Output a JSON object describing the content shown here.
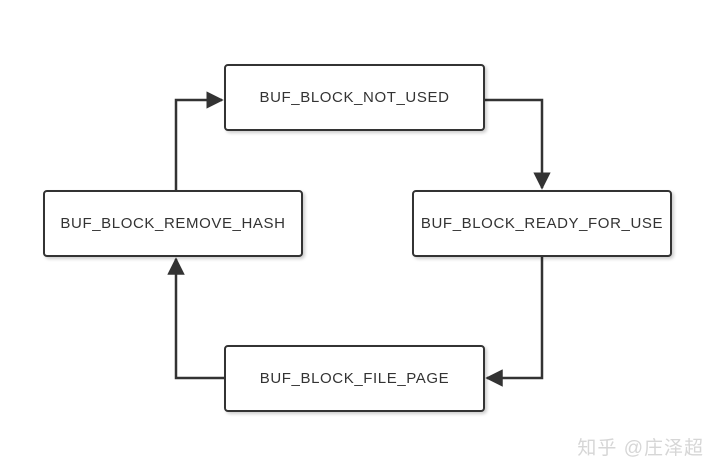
{
  "diagram": {
    "type": "state-diagram",
    "background_color": "#ffffff",
    "node_border_color": "#333333",
    "node_fill_color": "#ffffff",
    "edge_color": "#333333",
    "label_color": "#333333",
    "nodes": [
      {
        "id": "not-used",
        "label": "BUF_BLOCK_NOT_USED"
      },
      {
        "id": "ready-for-use",
        "label": "BUF_BLOCK_READY_FOR_USE"
      },
      {
        "id": "remove-hash",
        "label": "BUF_BLOCK_REMOVE_HASH"
      },
      {
        "id": "file-page",
        "label": "BUF_BLOCK_FILE_PAGE"
      }
    ],
    "edges": [
      {
        "from": "not-used",
        "to": "ready-for-use",
        "label": ""
      },
      {
        "from": "ready-for-use",
        "to": "file-page",
        "label": ""
      },
      {
        "from": "file-page",
        "to": "remove-hash",
        "label": ""
      },
      {
        "from": "remove-hash",
        "to": "not-used",
        "label": ""
      }
    ]
  },
  "watermark": {
    "text": "知乎 @庄泽超",
    "color": "#d6d6d6"
  }
}
